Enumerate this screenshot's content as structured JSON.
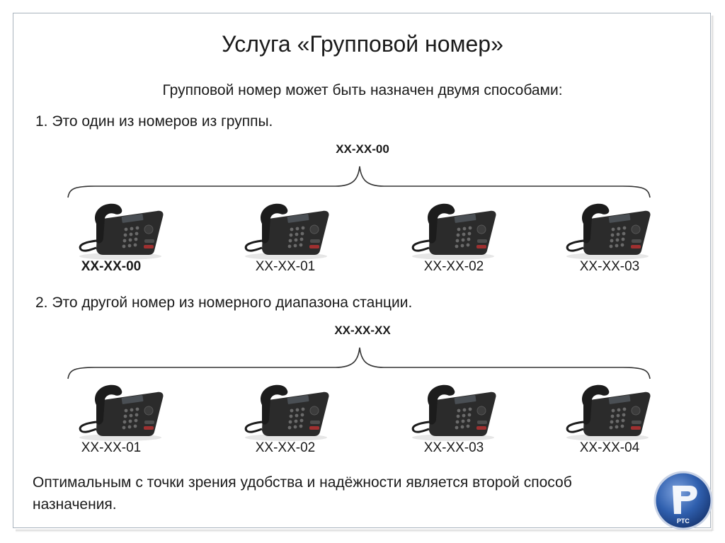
{
  "title": "Услуга «Групповой номер»",
  "subtitle": "Групповой номер может быть назначен двумя способами:",
  "method1": {
    "text": "1. Это один из номеров из группы.",
    "group_number": "XX-XX-00",
    "phones": [
      {
        "number": "XX-XX-00",
        "bold": true
      },
      {
        "number": "XX-XX-01",
        "bold": false
      },
      {
        "number": "XX-XX-02",
        "bold": false
      },
      {
        "number": "XX-XX-03",
        "bold": false
      }
    ]
  },
  "method2": {
    "text": "2. Это другой номер из номерного диапазона станции.",
    "group_number": "XX-XX-XX",
    "phones": [
      {
        "number": "XX-XX-01",
        "bold": false
      },
      {
        "number": "XX-XX-02",
        "bold": false
      },
      {
        "number": "XX-XX-03",
        "bold": false
      },
      {
        "number": "XX-XX-04",
        "bold": false
      }
    ]
  },
  "conclusion": "Оптимальным с точки зрения удобства и надёжности является второй способ назначения.",
  "logo": {
    "icon": "rts-logo-icon",
    "text": "РТС",
    "color": "#2f5fae"
  },
  "colors": {
    "frame": "#a9b3bd",
    "phone": "#2b2b2b",
    "brace": "#333333"
  }
}
